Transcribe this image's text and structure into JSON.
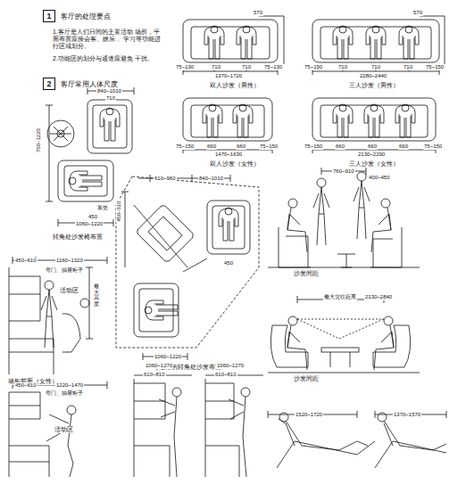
{
  "diagram": {
    "nodes": [
      {
        "text": [
          "1"
        ]
      },
      {
        "text": [
          "2"
        ]
      }
    ],
    "labels": [
      "客厅的处理要点",
      "1.客厅是人们日间的主要活动 场所，平面布置应按会客、娱乐 、学习等功能进行区域划分。",
      "2.功能区的划分与通道应避免 干扰。",
      "客厅常用人体尺度",
      "570",
      "75~130",
      "710",
      "710",
      "75~130",
      "1370~1720",
      "双人沙发（男性）",
      "570",
      "75~150",
      "710",
      "710",
      "710",
      "75~150",
      "2280~2440",
      "三人沙发（男性）",
      "75~150",
      "660",
      "660",
      "75~150",
      "1470~1630",
      "双人沙发（女性）",
      "75~150",
      "660",
      "660",
      "660",
      "75~150",
      "2130~2290",
      "三人沙发（女性）",
      "840~1010",
      "710",
      "760~1220",
      "靠垫",
      "450",
      "1060~1220",
      "转角处沙发椅布置",
      "610~960",
      "840~1010",
      "450~610",
      "450",
      "1060~1220",
      "可通行的转角处沙发布置",
      "760~910",
      "400~450",
      "沙发间距",
      "最大交往距离",
      "2130~2840",
      "沙发间距",
      "450~610",
      "1160~1320",
      "弯门、抽屉柜子",
      "活动区",
      "最大高度",
      "墙柜前面（女性）",
      "450~610",
      "1220~1470",
      "弯门、抽屉柜子",
      "活动区",
      "1060~1270",
      "610~810",
      "1060~1270",
      "610~810",
      "1520~1720",
      "1370~1570"
    ]
  }
}
